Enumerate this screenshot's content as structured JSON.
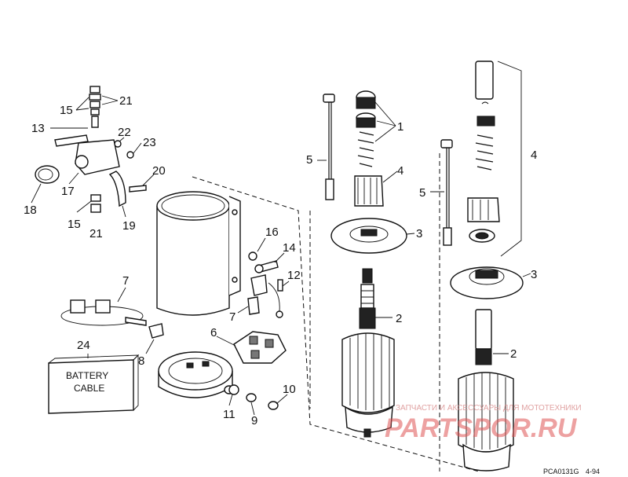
{
  "callouts": [
    {
      "id": "c21a",
      "text": "21"
    },
    {
      "id": "c15a",
      "text": "15"
    },
    {
      "id": "c13",
      "text": "13"
    },
    {
      "id": "c22",
      "text": "22"
    },
    {
      "id": "c23",
      "text": "23"
    },
    {
      "id": "c20",
      "text": "20"
    },
    {
      "id": "c17",
      "text": "17"
    },
    {
      "id": "c18",
      "text": "18"
    },
    {
      "id": "c15b",
      "text": "15"
    },
    {
      "id": "c21b",
      "text": "21"
    },
    {
      "id": "c19",
      "text": "19"
    },
    {
      "id": "c16",
      "text": "16"
    },
    {
      "id": "c14",
      "text": "14"
    },
    {
      "id": "c12",
      "text": "12"
    },
    {
      "id": "c7a",
      "text": "7"
    },
    {
      "id": "c7b",
      "text": "7"
    },
    {
      "id": "c6",
      "text": "6"
    },
    {
      "id": "c8",
      "text": "8"
    },
    {
      "id": "c24",
      "text": "24"
    },
    {
      "id": "c10",
      "text": "10"
    },
    {
      "id": "c11",
      "text": "11"
    },
    {
      "id": "c9",
      "text": "9"
    },
    {
      "id": "c5a",
      "text": "5"
    },
    {
      "id": "c1",
      "text": "1"
    },
    {
      "id": "c4a",
      "text": "4"
    },
    {
      "id": "c3a",
      "text": "3"
    },
    {
      "id": "c2a",
      "text": "2"
    },
    {
      "id": "c4b",
      "text": "4"
    },
    {
      "id": "c5b",
      "text": "5"
    },
    {
      "id": "c3b",
      "text": "3"
    },
    {
      "id": "c2b",
      "text": "2"
    }
  ],
  "battery_label": {
    "line1": "BATTERY",
    "line2": "CABLE"
  },
  "watermark": {
    "line1": "ЗАПЧАСТИ И АКСЕССУАРЫ ДЛЯ МОТОТЕХНИКИ",
    "line2": "PARTSPOR.RU"
  },
  "figure_code": "PCA0131G",
  "figure_date": "4-94"
}
